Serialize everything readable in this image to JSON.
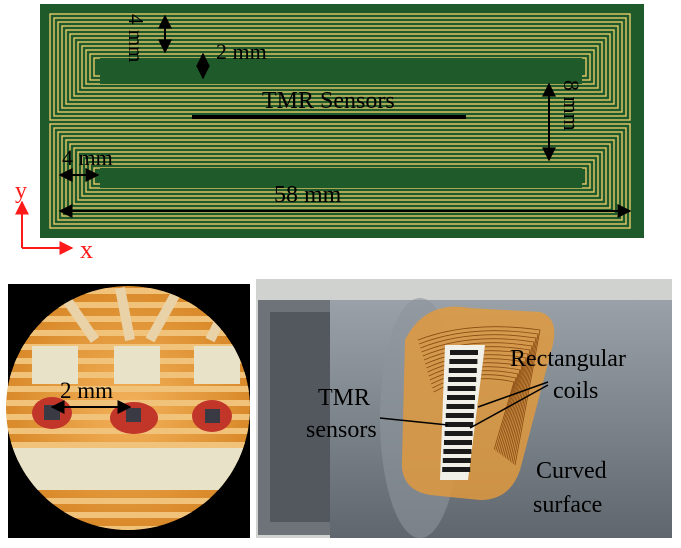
{
  "panel_a": {
    "labels": {
      "dim_4mm_top": "4 mm",
      "dim_2mm": "2 mm",
      "tmr_sensors": "TMR Sensors",
      "dim_8mm": "8 mm",
      "dim_4mm_left": "4 mm",
      "dim_58mm": "58 mm",
      "axis_y": "y",
      "axis_x": "x"
    },
    "colors": {
      "board": "#1f5a2a",
      "copper": "#e7c86a",
      "axis": "#ff1a1a"
    }
  },
  "panel_b": {
    "labels": {
      "dim_2mm": "2 mm"
    }
  },
  "panel_c": {
    "labels": {
      "tmr_line1": "TMR",
      "tmr_line2": "sensors",
      "coils_line1": "Rectangular",
      "coils_line2": "coils",
      "curved_line1": "Curved",
      "curved_line2": "surface"
    }
  }
}
